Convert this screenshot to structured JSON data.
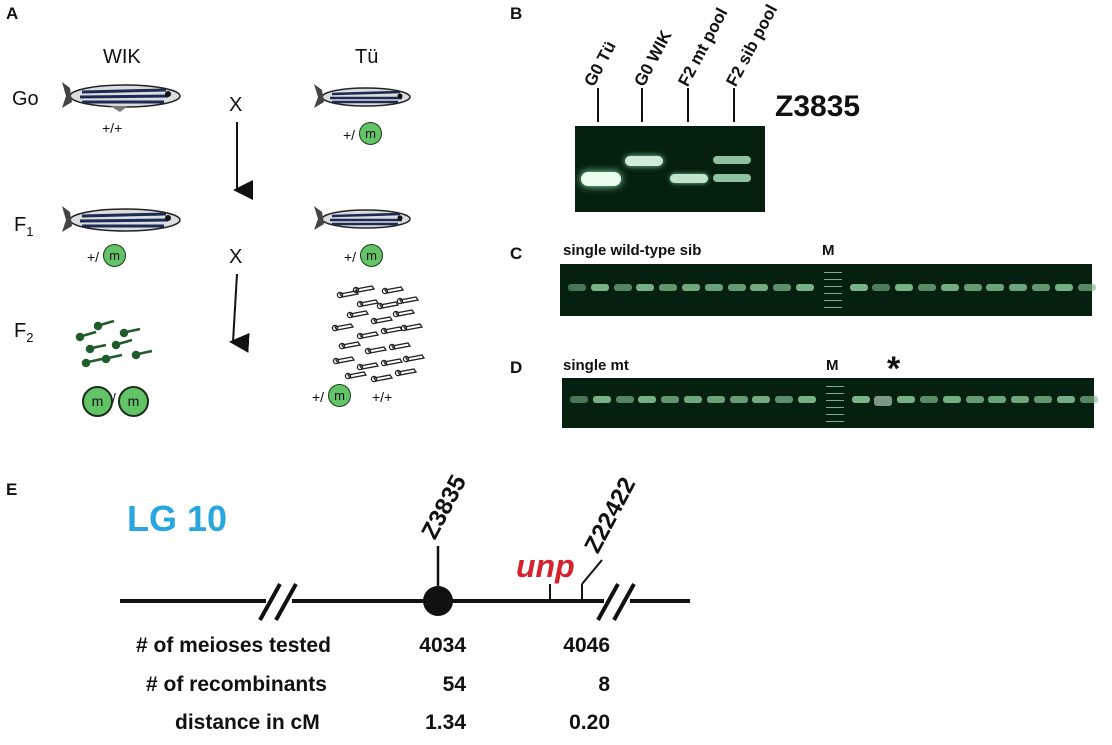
{
  "panelA": {
    "letter": "A",
    "wik": "WIK",
    "tu": "Tü",
    "g0": "Go",
    "f1": "F",
    "f1_sub": "1",
    "f2": "F",
    "f2_sub": "2",
    "cross1": "X",
    "cross2": "X",
    "wild_geno": "+/+",
    "het_prefix": "+/",
    "m": "m",
    "f2_left_slash": "/",
    "f2_right_plus": "+/+"
  },
  "panelB": {
    "letter": "B",
    "lanes": [
      "G0  Tü",
      "G0  WIK",
      "F2 mt pool",
      "F2 sib pool"
    ],
    "marker": "Z3835"
  },
  "panelC": {
    "letter": "C",
    "title": "single wild-type sib",
    "m": "M"
  },
  "panelD": {
    "letter": "D",
    "title": "single mt",
    "m": "M",
    "star": "*"
  },
  "panelE": {
    "letter": "E",
    "lg": "LG 10",
    "marker1": "Z3835",
    "marker2": "Z22422",
    "gene": "unp",
    "rows": [
      {
        "label": "# of meioses tested",
        "v1": "4034",
        "v2": "4046"
      },
      {
        "label": "# of recombinants",
        "v1": "54",
        "v2": "8"
      },
      {
        "label": "distance in cM",
        "v1": "1.34",
        "v2": "0.20"
      }
    ]
  }
}
